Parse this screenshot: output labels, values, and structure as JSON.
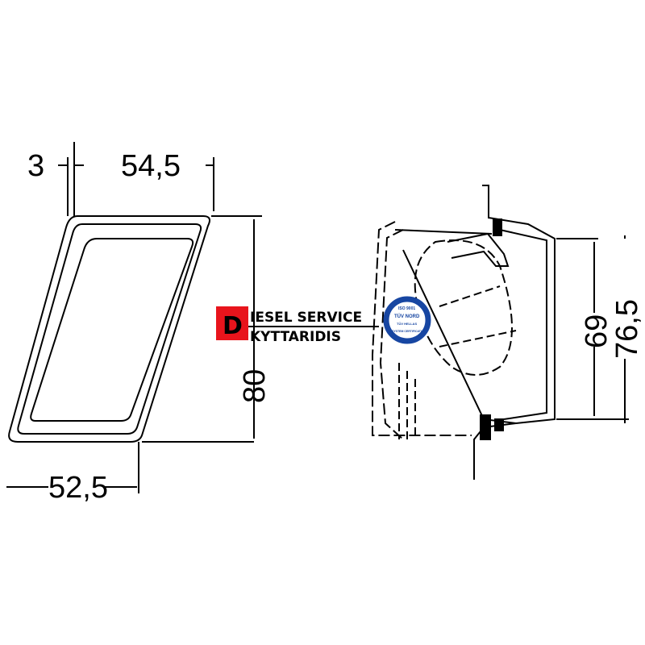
{
  "drawing": {
    "front_view": {
      "dim_offset": "3",
      "dim_top_width": "54,5",
      "dim_height": "80",
      "dim_bottom_width": "52,5"
    },
    "side_view": {
      "dim_inner_height": "69",
      "dim_total_height": "76,5"
    }
  },
  "watermark": {
    "initial": "D",
    "line1": "IESEL SERVICE",
    "line2": "KYTTARIDIS",
    "cert_top": "ISO 9001",
    "cert_brand": "TÜV NORD",
    "cert_sub": "TÜV HELLAS",
    "cert_ring": "SYSTEM CERTIFICATION",
    "colors": {
      "red": "#e8141c",
      "blue": "#1746a2"
    }
  }
}
